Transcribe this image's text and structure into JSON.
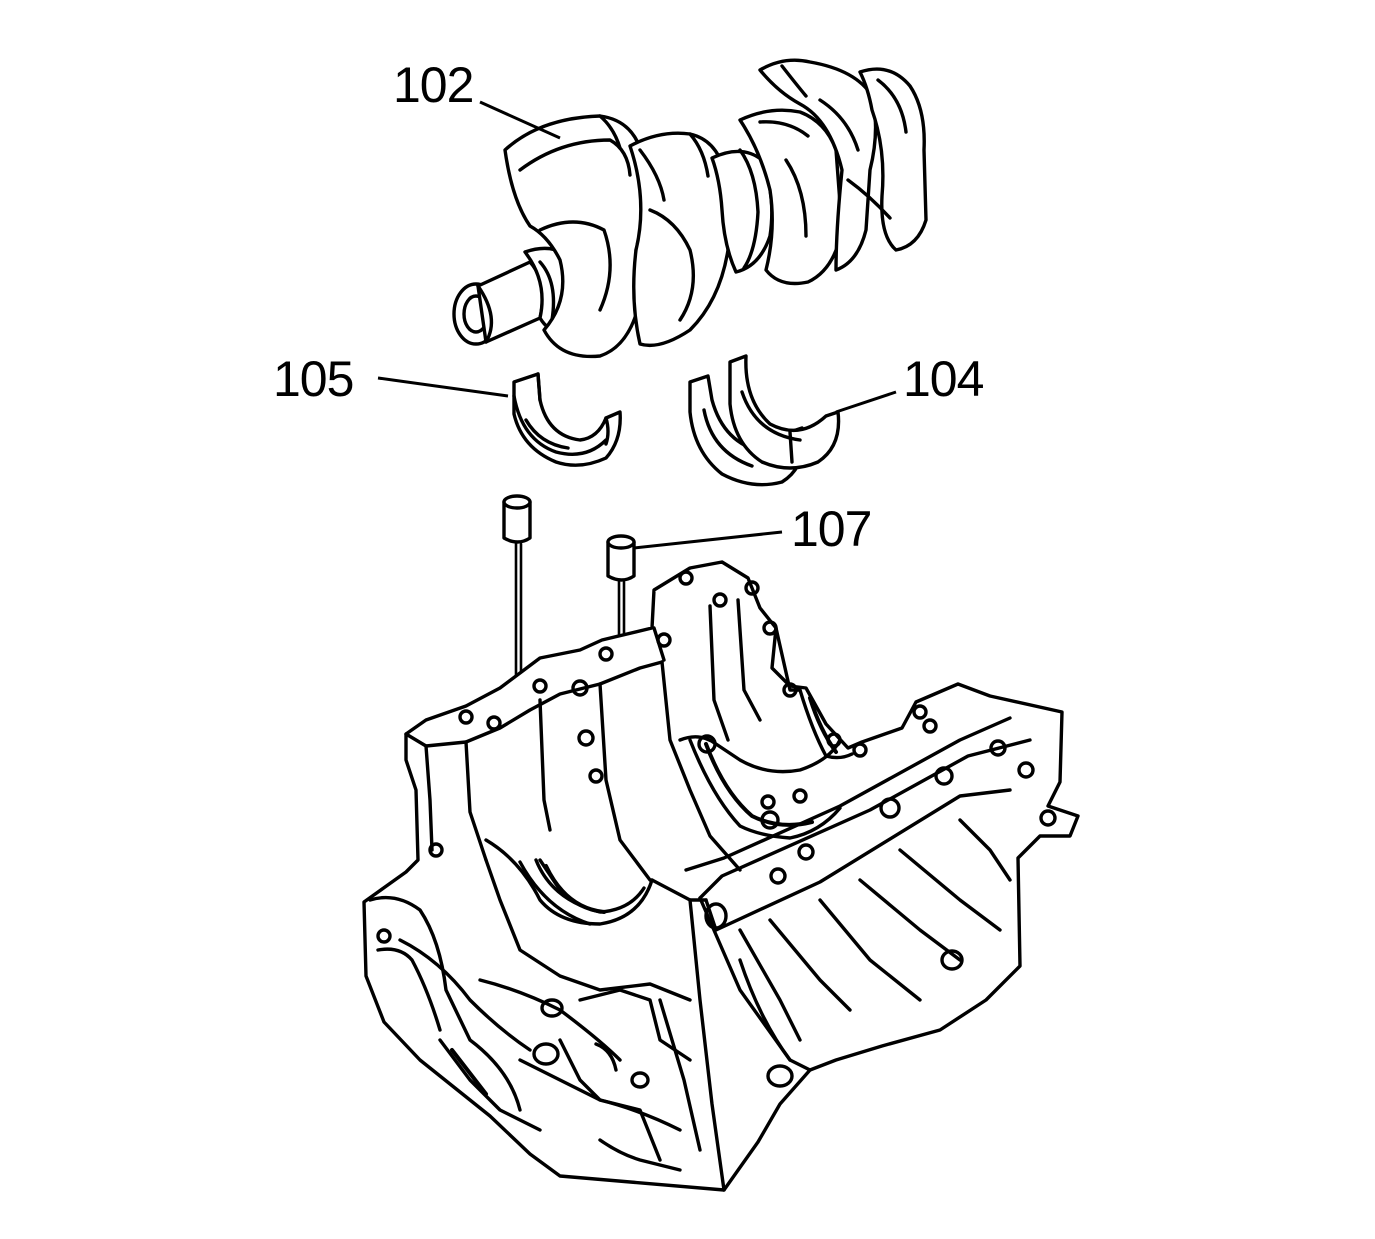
{
  "callouts": {
    "crankshaft": "102",
    "upper_bearing_left": "105",
    "upper_bearing_right": "104",
    "dowel_pin": "107"
  }
}
